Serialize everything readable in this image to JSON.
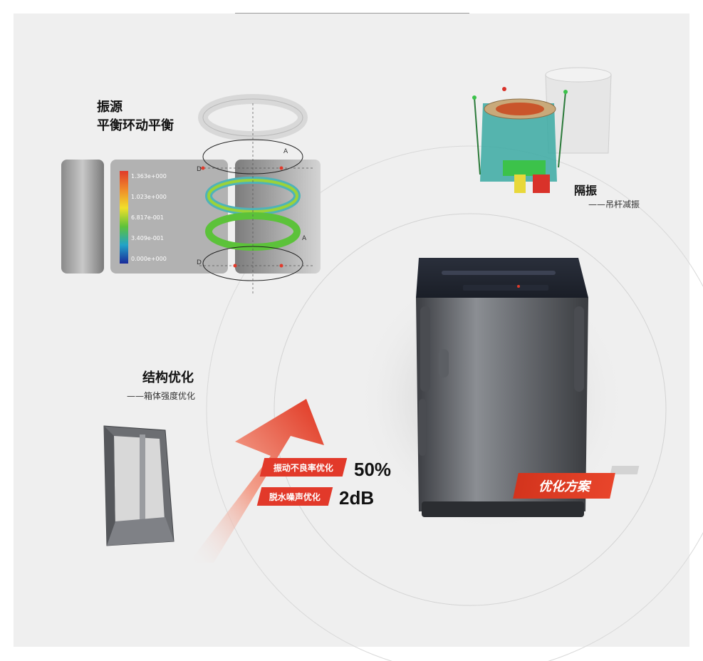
{
  "vibration_source": {
    "title_line1": "振源",
    "title_line2": "平衡环动平衡",
    "scale_ticks": [
      "1.363e+000",
      "1.023e+000",
      "6.817e-001",
      "3.409e-001",
      "0.000e+000"
    ],
    "axis_labels": {
      "d1": "D",
      "a1": "A",
      "d2": "D",
      "a2": "A"
    }
  },
  "isolation": {
    "title": "隔振",
    "subtitle": "——吊杆减振"
  },
  "structure": {
    "title": "结构优化",
    "subtitle": "——箱体强度优化"
  },
  "results": {
    "vibration_label": "振动不良率优化",
    "vibration_value": "50%",
    "noise_label": "脱水噪声优化",
    "noise_value": "2dB"
  },
  "badge": {
    "label": "优化方案"
  },
  "colors": {
    "accent_red": "#e2392a",
    "panel_bg": "#efefef"
  }
}
